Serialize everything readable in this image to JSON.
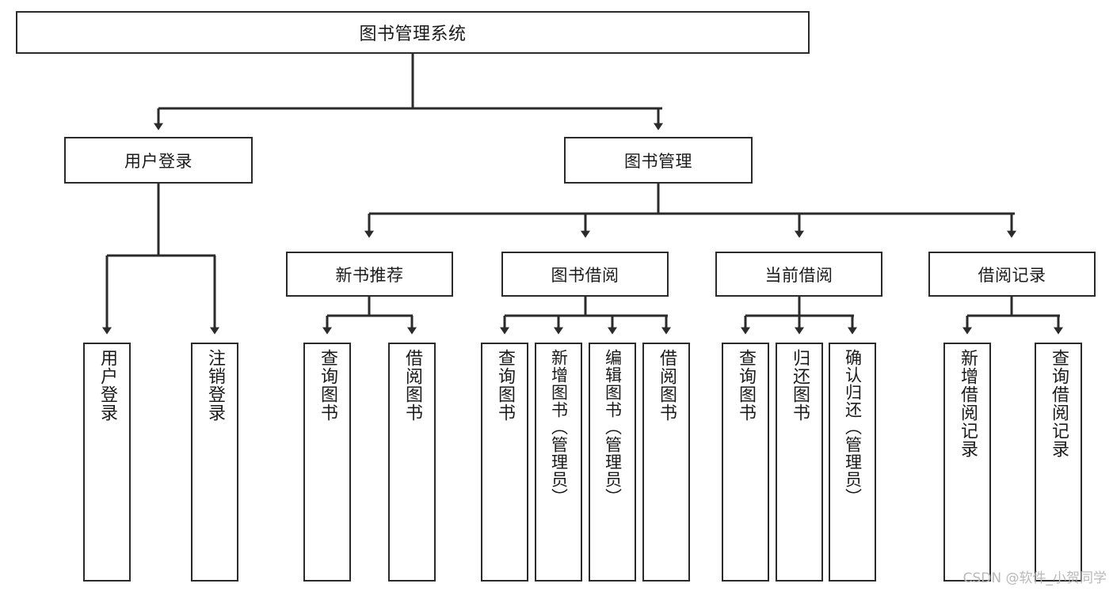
{
  "diagram": {
    "title": "图书管理系统",
    "type": "tree",
    "watermark": "CSDN @软件_小贺同学",
    "stroke_color": "#2b2b2b",
    "background_color": "#ffffff",
    "text_color": "#1a1a1a"
  },
  "nodes": {
    "root": {
      "label": "图书管理系统",
      "level": 0
    },
    "level1": [
      {
        "id": "user-login",
        "label": "用户登录"
      },
      {
        "id": "book-manage",
        "label": "图书管理"
      }
    ],
    "level2": [
      {
        "id": "new-book-rec",
        "label": "新书推荐"
      },
      {
        "id": "book-borrow",
        "label": "图书借阅"
      },
      {
        "id": "current-borrow",
        "label": "当前借阅"
      },
      {
        "id": "borrow-record",
        "label": "借阅记录"
      }
    ],
    "leaves": {
      "user_login": [
        {
          "id": "leaf-user-login",
          "label": "用户登录"
        },
        {
          "id": "leaf-logout",
          "label": "注销登录"
        }
      ],
      "new_book_rec": [
        {
          "id": "leaf-query-book-1",
          "label": "查询图书"
        },
        {
          "id": "leaf-borrow-book-1",
          "label": "借阅图书"
        }
      ],
      "book_borrow": [
        {
          "id": "leaf-query-book-2",
          "label": "查询图书"
        },
        {
          "id": "leaf-add-book",
          "label": "新增图书（管理员）"
        },
        {
          "id": "leaf-edit-book",
          "label": "编辑图书（管理员）"
        },
        {
          "id": "leaf-borrow-book-2",
          "label": "借阅图书"
        }
      ],
      "current_borrow": [
        {
          "id": "leaf-query-book-3",
          "label": "查询图书"
        },
        {
          "id": "leaf-return-book",
          "label": "归还图书"
        },
        {
          "id": "leaf-confirm-return",
          "label": "确认归还（管理员）"
        }
      ],
      "borrow_record": [
        {
          "id": "leaf-add-record",
          "label": "新增借阅记录"
        },
        {
          "id": "leaf-query-record",
          "label": "查询借阅记录"
        }
      ]
    }
  }
}
